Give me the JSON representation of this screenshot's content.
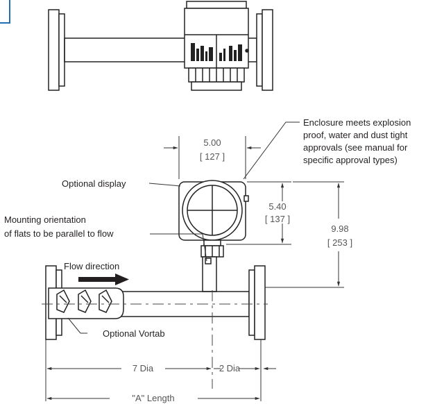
{
  "labels": {
    "enclosure_note": [
      "Enclosure meets explosion",
      "proof, water and dust tight",
      "approvals (see manual for",
      "specific approval types)"
    ],
    "optional_display": "Optional display",
    "mounting_orientation": [
      "Mounting orientation",
      "of flats to be parallel to flow"
    ],
    "flow_direction": "Flow direction",
    "optional_vortab": "Optional Vortab"
  },
  "dimensions": {
    "width": {
      "value": "5.00",
      "metric": "[ 127 ]"
    },
    "enclosure_height": {
      "value": "5.40",
      "metric": "[ 137 ]"
    },
    "total_height": {
      "value": "9.98",
      "metric": "[ 253 ]"
    },
    "upstream": "7  Dia",
    "downstream": "2 Dia",
    "overall": "\"A\"  Length"
  }
}
